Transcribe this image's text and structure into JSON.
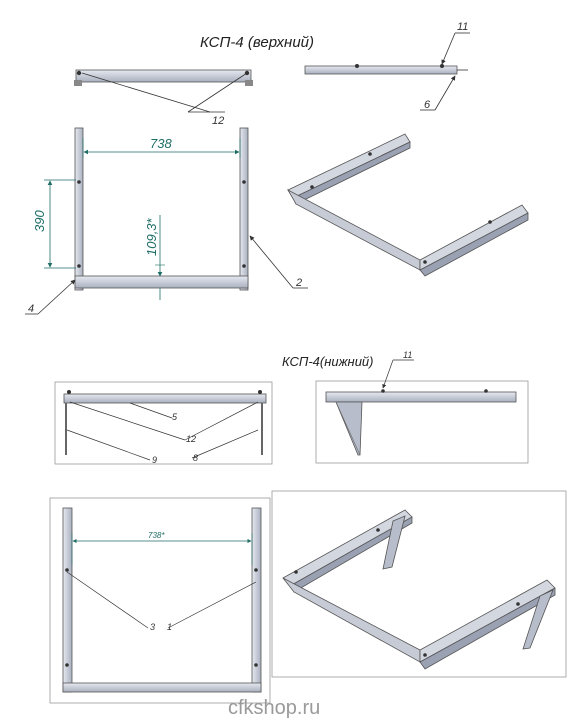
{
  "upper": {
    "title": "КСП-4 (верхний)",
    "dim_width": "738",
    "dim_height": "390",
    "dim_offset": "109,3*",
    "callouts": {
      "c11": "11",
      "c12": "12",
      "c6": "6",
      "c2": "2",
      "c4": "4"
    }
  },
  "lower": {
    "title": "КСП-4(нижний)",
    "dim_width": "738*",
    "callouts": {
      "c11": "11",
      "c5": "5",
      "c12": "12",
      "c9": "9",
      "c8": "8",
      "c3": "3",
      "c1": "1"
    }
  },
  "watermark": "cfkshop.ru",
  "colors": {
    "metal": "#c5cad6",
    "metal_dark": "#8e95a5",
    "dimension": "#1f6e66",
    "line": "#333333"
  }
}
